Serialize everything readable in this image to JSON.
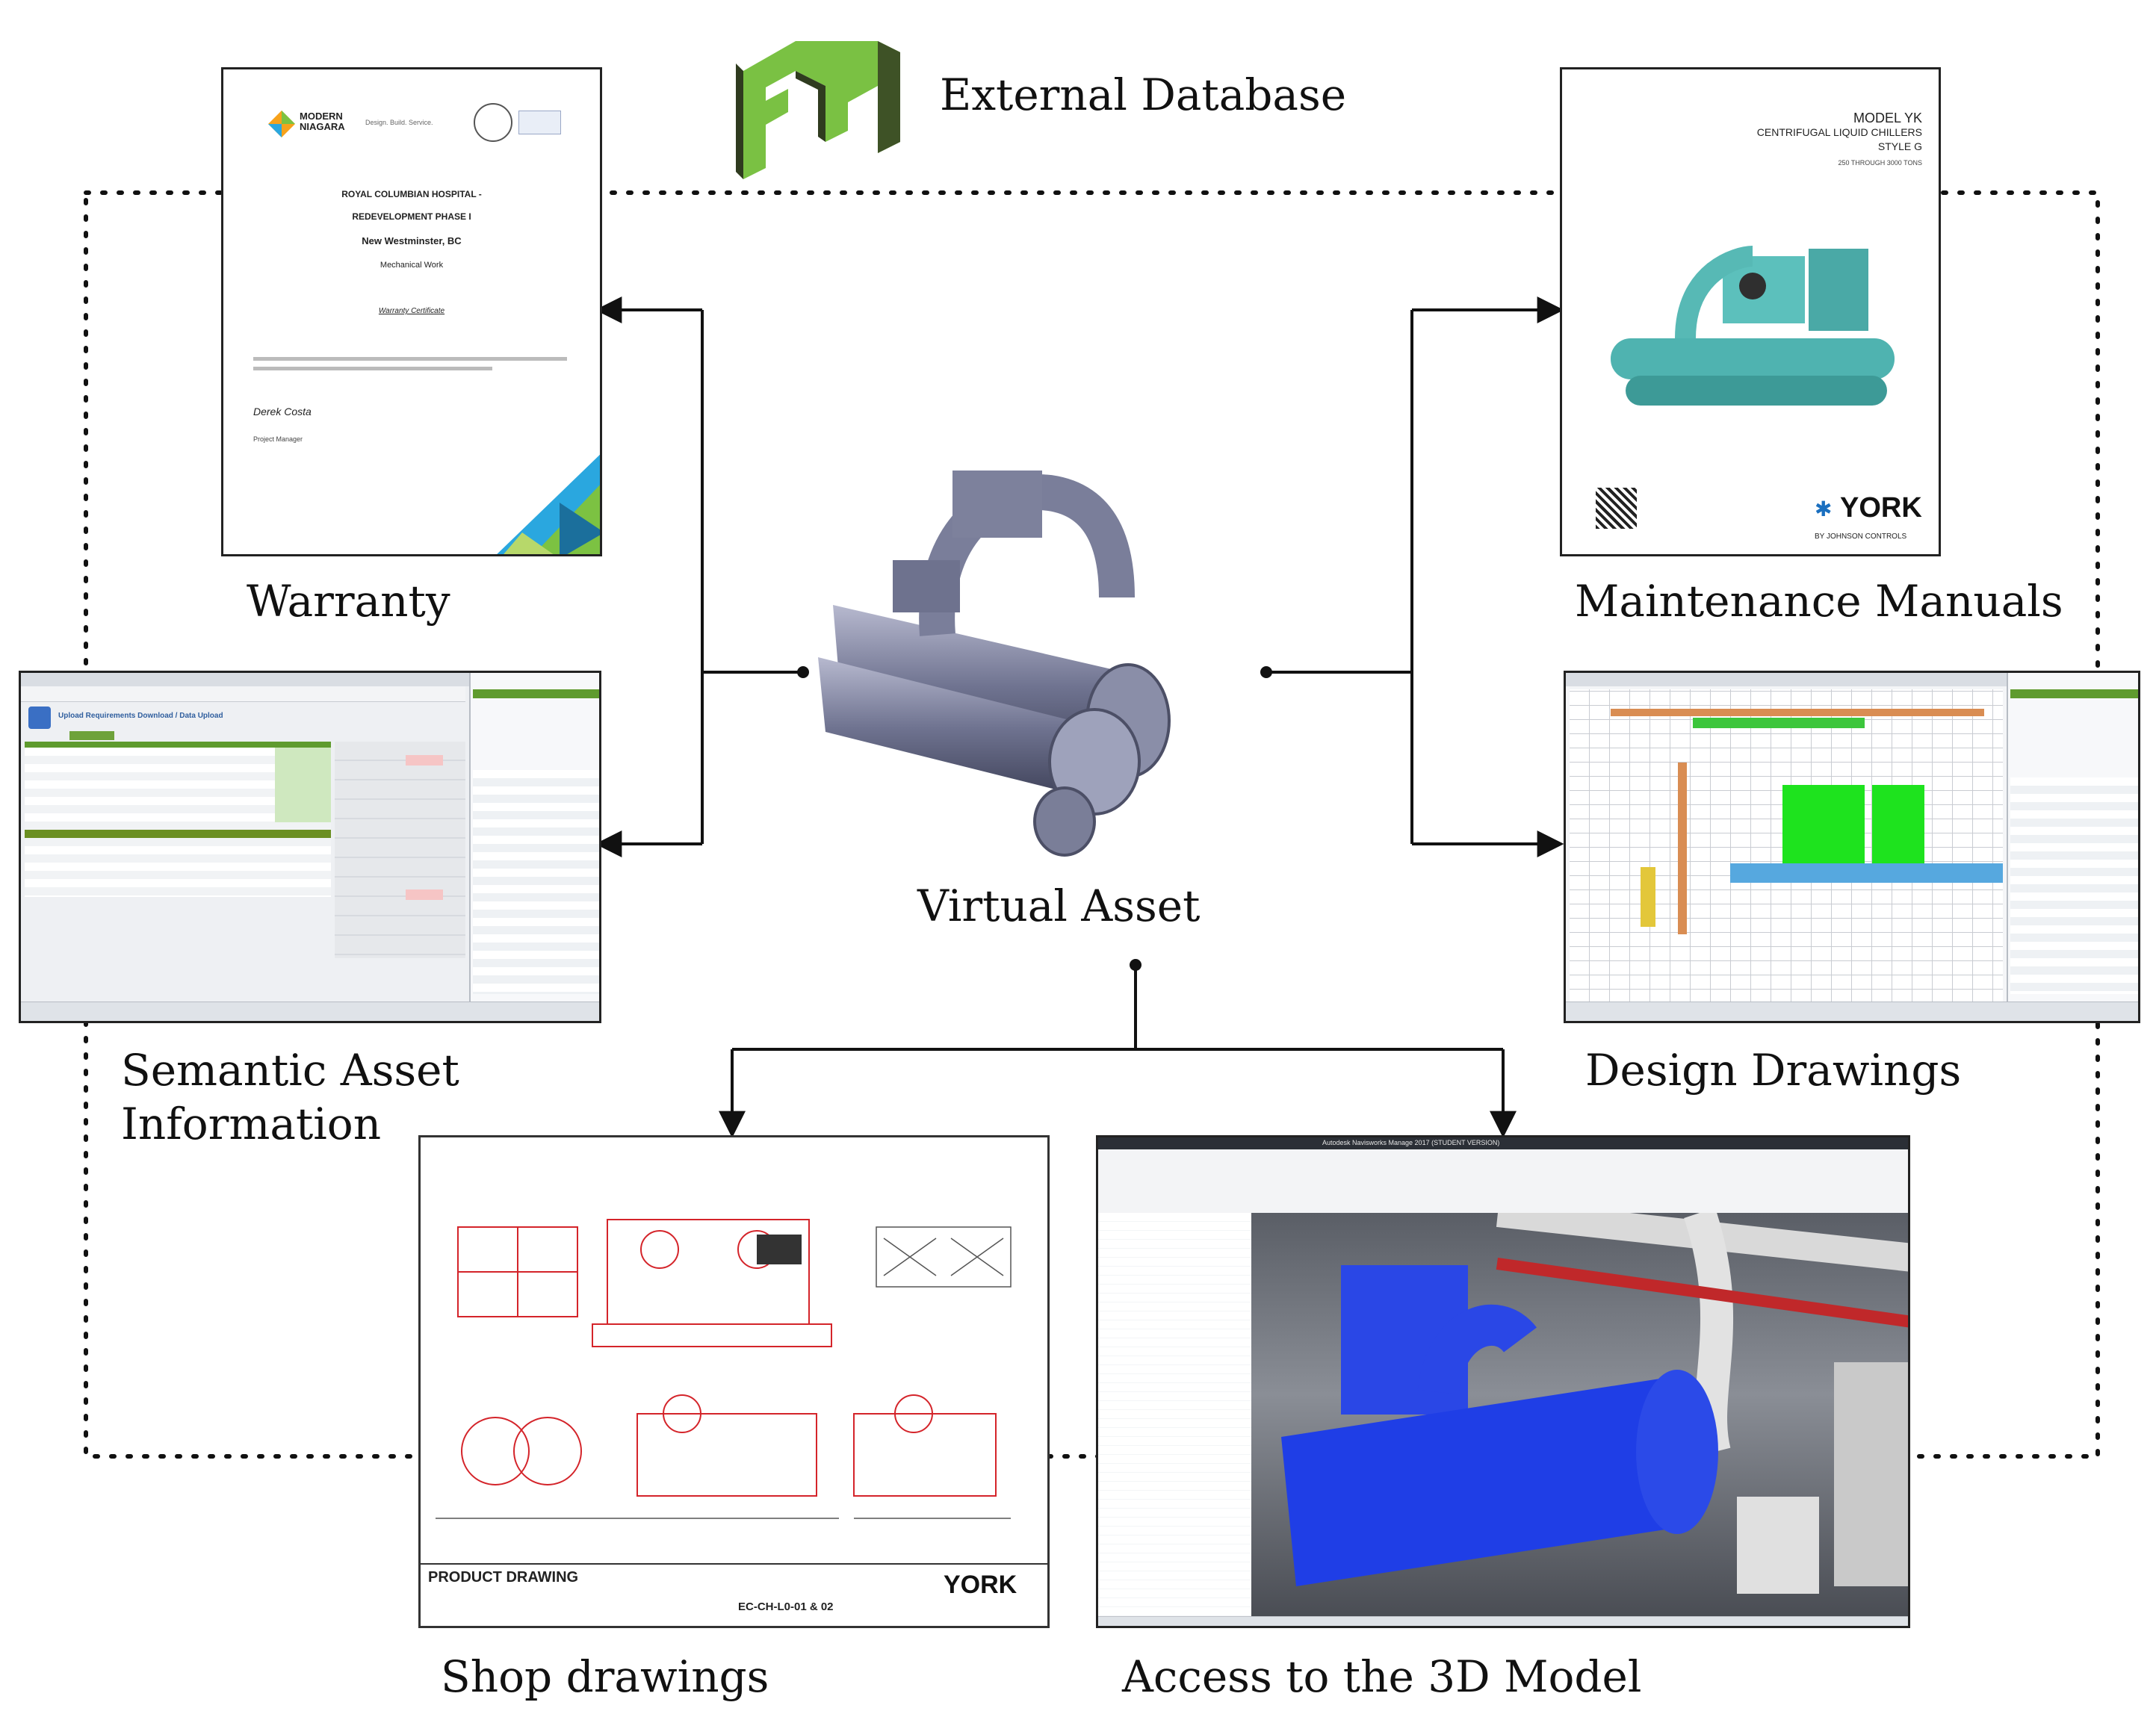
{
  "labels": {
    "external_database": "External Database",
    "warranty": "Warranty",
    "maintenance_manuals": "Maintenance Manuals",
    "virtual_asset": "Virtual Asset",
    "semantic_asset_line1": "Semantic Asset",
    "semantic_asset_line2": "Information",
    "design_drawings": "Design Drawings",
    "shop_drawings": "Shop drawings",
    "access_3d_model": "Access to the 3D Model"
  },
  "warranty_doc": {
    "company": "MODERN NIAGARA",
    "tagline": "Design. Build. Service.",
    "title1": "ROYAL COLUMBIAN HOSPITAL -",
    "title2": "REDEVELOPMENT PHASE I",
    "location": "New Westminster, BC",
    "scope": "Mechanical Work",
    "certificate": "Warranty Certificate",
    "signature": "Derek Costa",
    "signer_role": "Project Manager"
  },
  "manual_doc": {
    "model": "MODEL YK",
    "product": "CENTRIFUGAL LIQUID CHILLERS",
    "style": "STYLE G",
    "tons": "250 THROUGH 3000 TONS",
    "brand": "YORK",
    "brand_sub": "BY JOHNSON CONTROLS"
  },
  "semantic_app": {
    "heading": "Upload Requirements Download / Data Upload"
  },
  "shop_doc": {
    "title": "PRODUCT DRAWING",
    "drawing_no": "EC-CH-L0-01 & 02",
    "brand": "YORK"
  },
  "model_app": {
    "window_title": "Autodesk Navisworks Manage 2017 (STUDENT VERSION)"
  },
  "colors": {
    "connector": "#111111",
    "logo_green": "#7ac143",
    "logo_dark": "#2f3b1f",
    "chiller_teal": "#4fb3b0",
    "model_blue": "#1f3ee6",
    "drawing_red": "#d4242a"
  },
  "icons": {
    "logo": "fm-logo-icon",
    "chiller": "chiller-3d-icon"
  }
}
